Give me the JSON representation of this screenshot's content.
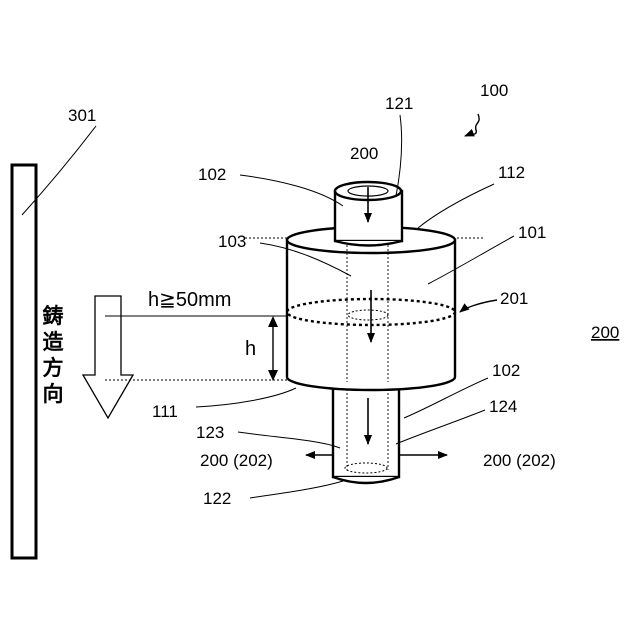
{
  "labels": {
    "fig_number": "100",
    "mold": "301",
    "nozzle_upper": "102",
    "nozzle_lower": "102",
    "inlet_top": "121",
    "flow_in": "200",
    "top_surface": "112",
    "inner_bore": "103",
    "body": "101",
    "mid_section": "201",
    "right_ref": "200",
    "height_condition": "h≧50mm",
    "h_symbol": "h",
    "bottom_surface": "111",
    "port_left": "123",
    "port_right": "124",
    "outflow_left": "200 (202)",
    "outflow_right": "200 (202)",
    "bottom_end": "122"
  },
  "casting_direction": [
    "鋳",
    "造",
    "方",
    "向"
  ]
}
